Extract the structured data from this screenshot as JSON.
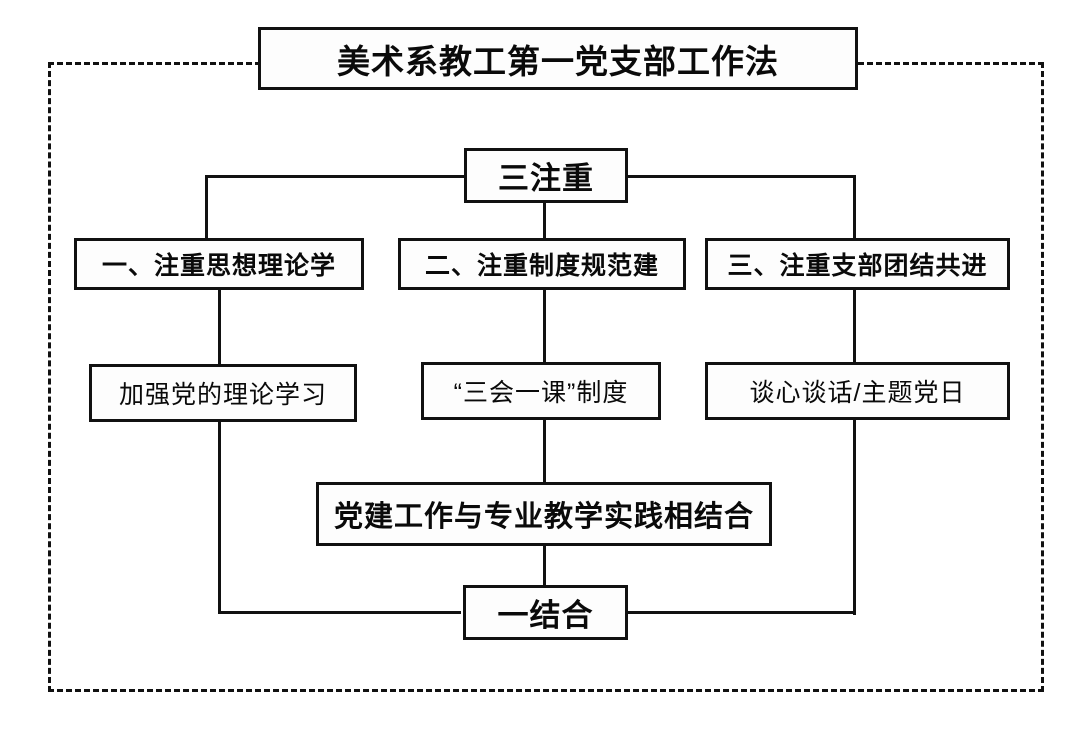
{
  "diagram": {
    "type": "org-flowchart",
    "title_box": {
      "label": "美术系教工第一党支部工作法"
    },
    "level1": {
      "label": "三注重"
    },
    "level2": [
      {
        "label": "一、注重思想理论学"
      },
      {
        "label": "二、注重制度规范建"
      },
      {
        "label": "三、注重支部团结共进"
      }
    ],
    "level3": [
      {
        "label": "加强党的理论学习"
      },
      {
        "label": "“三会一课”制度"
      },
      {
        "label": "谈心谈话/主题党日"
      }
    ],
    "level4": {
      "label": "党建工作与专业教学实践相结合"
    },
    "level5": {
      "label": "一结合"
    },
    "colors": {
      "line": "#111111",
      "box_fill": "#fdfdfd",
      "text": "#0a0a0a",
      "frame": "#111111"
    }
  }
}
